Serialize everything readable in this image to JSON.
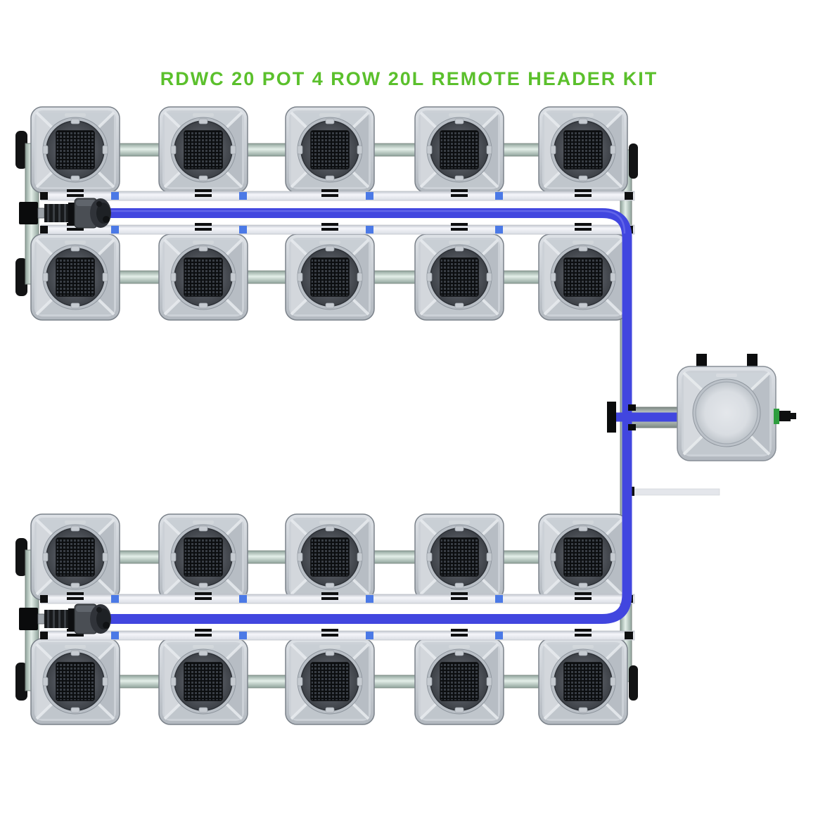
{
  "title": "RDWC 20 POT 4 ROW 20L REMOTE HEADER KIT",
  "kit": {
    "pot_total": 20,
    "rows": 4,
    "pots_per_row": 5,
    "pot_size": "20L",
    "header_type": "REMOTE HEADER"
  },
  "colors": {
    "title_green": "#5bc02c",
    "feed_blue": "#4146df",
    "connector_blue": "#4b79e6",
    "pipe_gray_light": "#e4efe9",
    "pipe_gray_edge": "#8fa39b",
    "pipe_white": "#f5f6fa",
    "pipe_white_edge": "#c3c7cf",
    "pot_body_light": "#dde1e6",
    "pot_body_dark": "#b2b8bf",
    "pot_lid_dark": "#4a4e55",
    "mesh_dark": "#0c0e10",
    "mesh_hole": "#383d44",
    "tank_lid_light": "#d9dde2",
    "fitting_black": "#121314",
    "fitting_green": "#2f9e3f",
    "background": "#ffffff"
  }
}
